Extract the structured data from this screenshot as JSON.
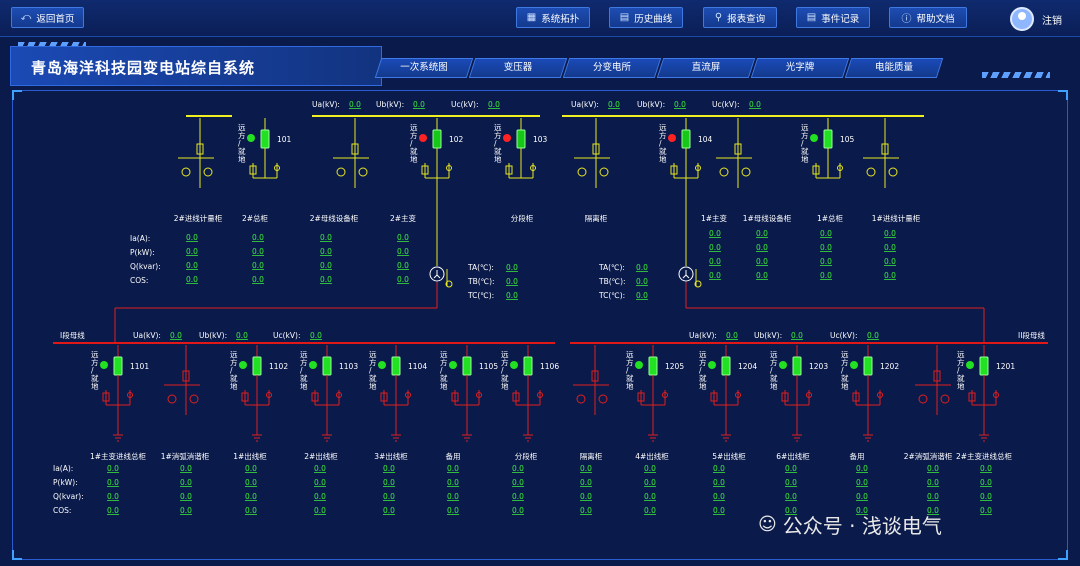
{
  "nav": {
    "back": "返回首页",
    "topology": "系统拓扑",
    "history": "历史曲线",
    "report": "报表查询",
    "events": "事件记录",
    "help": "帮助文档",
    "logout": "注销"
  },
  "title": "青岛海洋科技园变电站综自系统",
  "tabs": [
    "一次系统图",
    "变压器",
    "分变电所",
    "直流屏",
    "光字牌",
    "电能质量"
  ],
  "meas": {
    "ua": "Ua(kV):",
    "ub": "Ub(kV):",
    "uc": "Uc(kV):",
    "ia": "Ia(A):",
    "p": "P(kW):",
    "q": "Q(kvar):",
    "cos": "COS:",
    "ta": "TA(℃):",
    "tb": "TB(℃):",
    "tc": "TC(℃):",
    "zero": "0.0"
  },
  "sw_text": "远方/就地",
  "bus": {
    "left": "I段母线",
    "right": "II段母线"
  },
  "upper_labels": [
    "2#进线计量柜",
    "2#总柜",
    "2#母线设备柜",
    "2#主变",
    "分段柜",
    "隔离柜",
    "1#主变",
    "1#母线设备柜",
    "1#总柜",
    "1#进线计量柜"
  ],
  "upper_ids": [
    "101",
    "102",
    "103",
    "104",
    "105"
  ],
  "lower_ids": [
    "1101",
    "1102",
    "1103",
    "1104",
    "1105",
    "1106",
    "1205",
    "1204",
    "1203",
    "1202",
    "1201"
  ],
  "lower_labels": [
    "1#主变进线总柜",
    "1#消弧消谐柜",
    "1#出线柜",
    "2#出线柜",
    "3#出线柜",
    "备用",
    "分段柜",
    "隔离柜",
    "4#出线柜",
    "5#出线柜",
    "6#出线柜",
    "备用",
    "2#消弧消谐柜",
    "2#主变进线总柜"
  ],
  "watermark": "公众号 · 浅谈电气",
  "colors": {
    "bus_top": "#f0f020",
    "bus_low": "#e01818",
    "closed": "#22e022",
    "open": "#ff2222",
    "value": "#3df03d"
  }
}
